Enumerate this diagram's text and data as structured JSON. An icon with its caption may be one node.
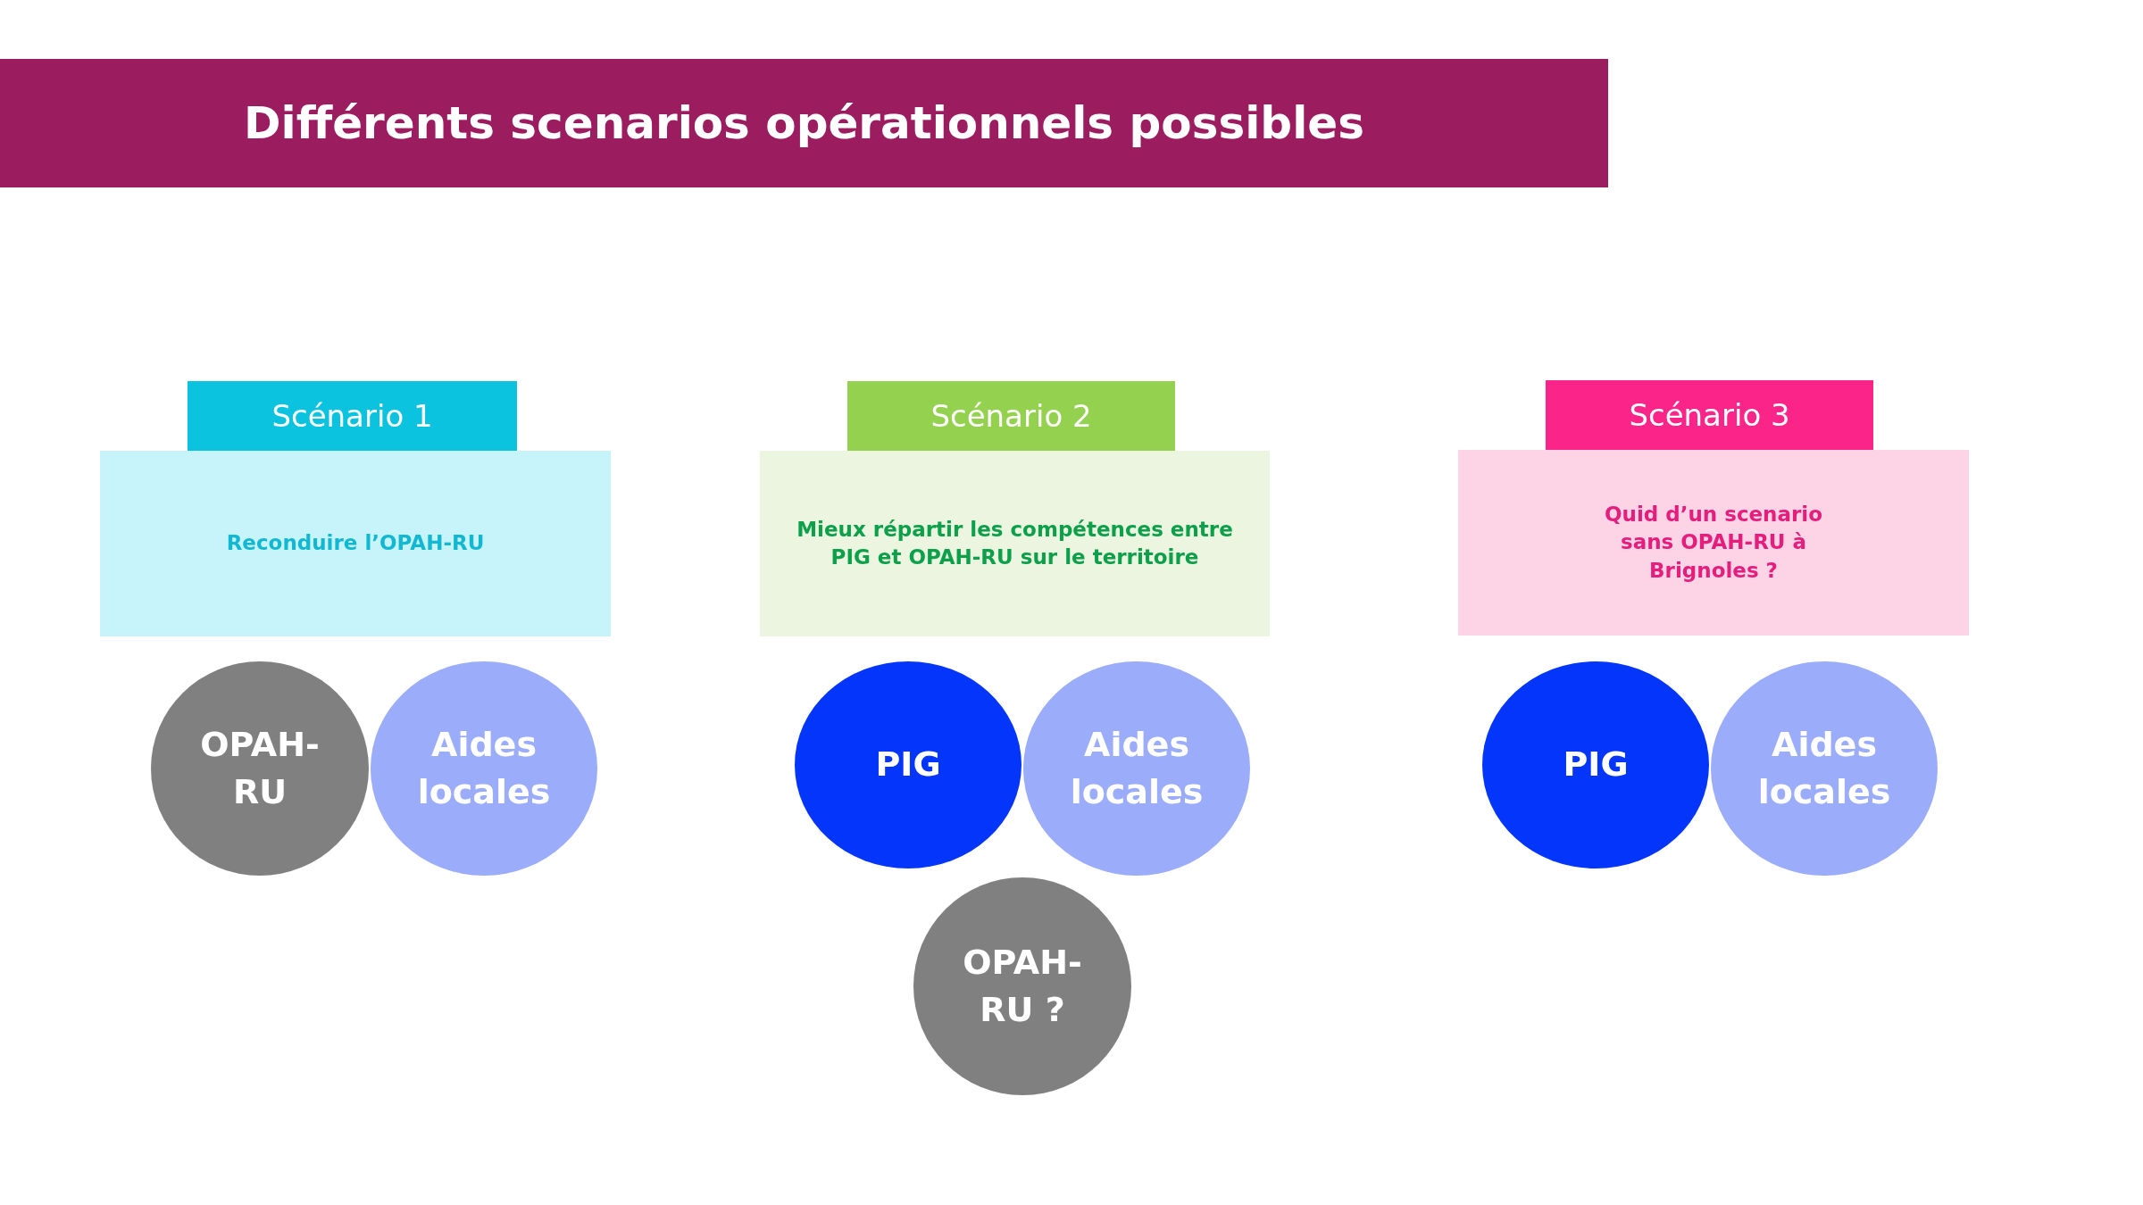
{
  "diagram": {
    "title": "Différents scenarios opérationnels possibles",
    "nodes": [
      {
        "text": [
          "Scénario 1"
        ]
      },
      {
        "text": [
          "Reconduire l’OPAH-RU"
        ]
      },
      {
        "text": [
          "OPAH-RU"
        ]
      },
      {
        "text": [
          "Aides locales"
        ]
      },
      {
        "text": [
          "Scénario 2"
        ]
      },
      {
        "text": [
          "Mieux répartir les compétences entre PIG et OPAH-RU sur le territoire"
        ]
      },
      {
        "text": [
          "OPAH-RU ?"
        ]
      },
      {
        "text": [
          "PIG"
        ]
      },
      {
        "text": [
          "Aides locales"
        ]
      },
      {
        "text": [
          "Scénario 3"
        ]
      },
      {
        "text": [
          "Quid d’un scenario sans OPAH-RU à Brignoles ?"
        ]
      },
      {
        "text": [
          "PIG"
        ]
      },
      {
        "text": [
          "Aides locales"
        ]
      }
    ]
  }
}
